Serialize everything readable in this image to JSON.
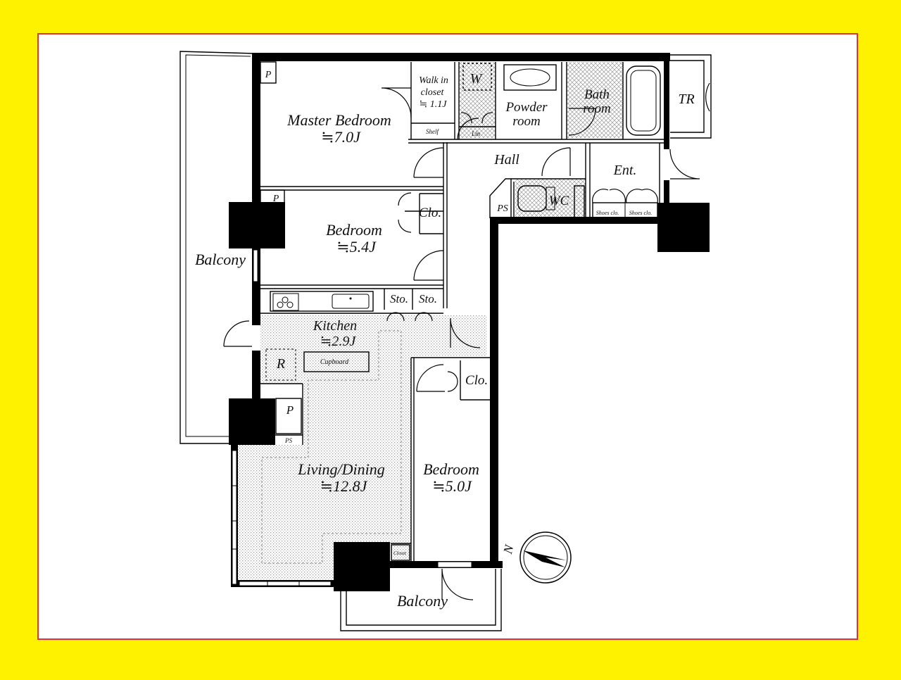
{
  "colors": {
    "background": "#FFF200",
    "frame_border": "#E0332F",
    "wall": "#000000",
    "floor_hatch": "#d8d8d8"
  },
  "rooms": {
    "master_bedroom": {
      "name": "Master Bedroom",
      "size": "≒7.0J"
    },
    "walk_in_closet": {
      "name_line1": "Walk in",
      "name_line2": "closet",
      "size": "≒ 1.1J"
    },
    "shelf": "Shelf",
    "washer": "W",
    "linen": "Lin",
    "powder_room": {
      "line1": "Powder",
      "line2": "room"
    },
    "bath_room": {
      "line1": "Bath",
      "line2": "room"
    },
    "trunk_room": "TR",
    "hall": "Hall",
    "entrance": "Ent.",
    "wc": "WC",
    "ps_hall": "PS",
    "shoes_closet_1": "Shoes clo.",
    "shoes_closet_2": "Shoes clo.",
    "pipe_master": "P",
    "pipe_bedroom": "P",
    "bedroom_1": {
      "name": "Bedroom",
      "size": "≒5.4J"
    },
    "closet_bedroom_1": "Clo.",
    "storage_1": "Sto.",
    "storage_2": "Sto.",
    "kitchen": {
      "name": "Kitchen",
      "size": "≒2.9J"
    },
    "refrigerator": "R",
    "cupboard": "Cupboard",
    "pipe_living": "P",
    "ps_living": "PS",
    "living_dining": {
      "name": "Living/Dining",
      "size": "≒12.8J"
    },
    "closet_living": "Closet",
    "bedroom_2": {
      "name": "Bedroom",
      "size": "≒5.0J"
    },
    "closet_bedroom_2": "Clo.",
    "balcony_west": "Balcony",
    "balcony_south": "Balcony"
  },
  "compass": {
    "label": "N"
  }
}
